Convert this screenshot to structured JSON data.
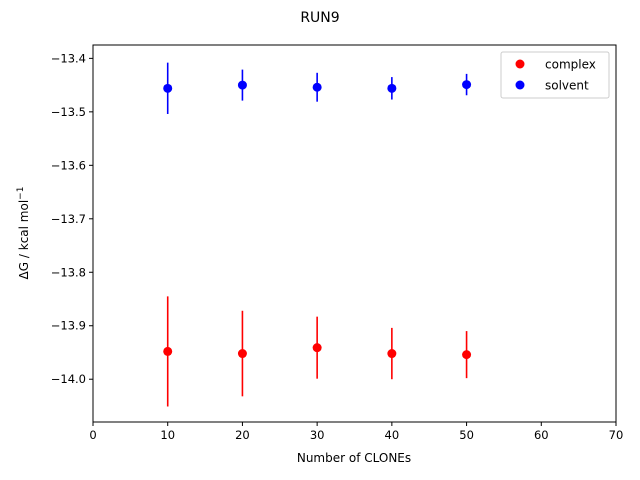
{
  "chart_data": {
    "type": "scatter",
    "title": "RUN9",
    "xlabel": "Number of CLONEs",
    "ylabel_main": "ΔG / kcal mol",
    "ylabel_sup": "−1",
    "xlim": [
      0,
      70
    ],
    "ylim": [
      -14.08,
      -13.375
    ],
    "x_ticks": [
      0,
      10,
      20,
      30,
      40,
      50,
      60,
      70
    ],
    "x_tick_labels": [
      "0",
      "10",
      "20",
      "30",
      "40",
      "50",
      "60",
      "70"
    ],
    "y_ticks": [
      -14.0,
      -13.9,
      -13.8,
      -13.7,
      -13.6,
      -13.5,
      -13.4
    ],
    "y_tick_labels": [
      "−14.0",
      "−13.9",
      "−13.8",
      "−13.7",
      "−13.6",
      "−13.5",
      "−13.4"
    ],
    "grid": false,
    "legend_position": "top-right",
    "series": [
      {
        "name": "complex",
        "color": "#ff0000",
        "x": [
          10,
          20,
          30,
          40,
          50
        ],
        "y": [
          -13.948,
          -13.952,
          -13.941,
          -13.952,
          -13.954
        ],
        "yerr": [
          0.103,
          0.08,
          0.058,
          0.048,
          0.044
        ]
      },
      {
        "name": "solvent",
        "color": "#0000ff",
        "x": [
          10,
          20,
          30,
          40,
          50
        ],
        "y": [
          -13.456,
          -13.45,
          -13.454,
          -13.456,
          -13.449
        ],
        "yerr": [
          0.048,
          0.029,
          0.027,
          0.021,
          0.02
        ]
      }
    ]
  }
}
